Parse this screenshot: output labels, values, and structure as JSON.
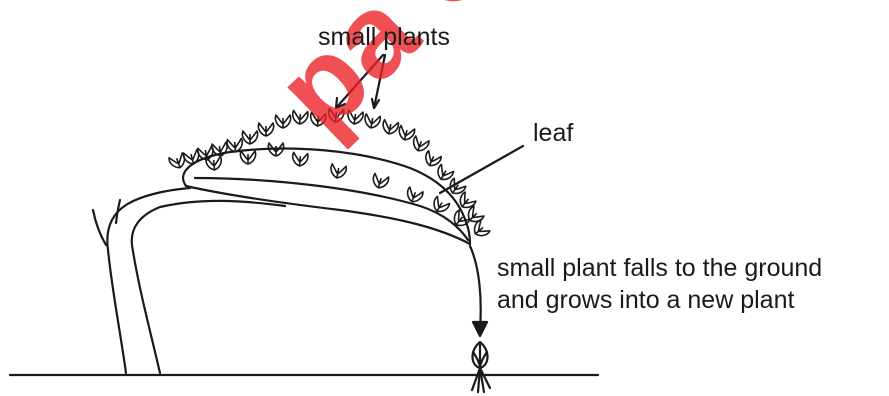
{
  "labels": {
    "small_plants": "small plants",
    "leaf": "leaf",
    "falls_line1": "small plant falls to the ground",
    "falls_line2": "and grows into a new plant"
  },
  "watermark": {
    "text": "pa Cambrid",
    "color": "#ec1e24"
  },
  "colors": {
    "line": "#1a1a1a",
    "background": "#ffffff"
  }
}
